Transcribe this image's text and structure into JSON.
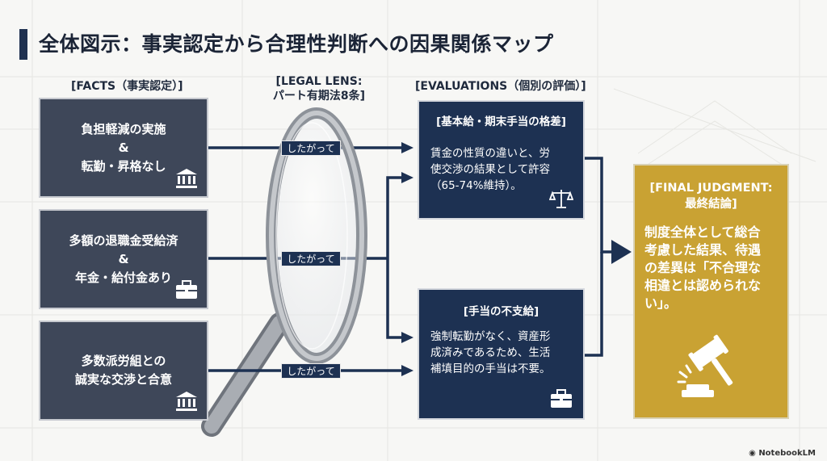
{
  "title": "全体図示：事実認定から合理性判断への因果関係マップ",
  "columns": {
    "facts": "[FACTS（事実認定）]",
    "lens_line1": "[LEGAL LENS:",
    "lens_line2": "パート有期法8条]",
    "evaluations": "[EVALUATIONS（個別の評価）]"
  },
  "facts": [
    {
      "lines": [
        "負担軽減の実施",
        "&",
        "転勤・昇格なし"
      ],
      "icon": "bank-icon"
    },
    {
      "lines": [
        "多額の退職金受給済",
        "&",
        "年金・給付金あり"
      ],
      "icon": "briefcase-icon"
    },
    {
      "lines": [
        "多数派労組との",
        "誠実な交渉と合意"
      ],
      "icon": "bank-icon"
    }
  ],
  "connectors": {
    "label1": "したがって",
    "label2": "したがって",
    "label3": "したがって"
  },
  "evaluations": [
    {
      "title": "[基本給・期末手当の格差]",
      "lines": [
        "賃金の性質の違いと、労",
        "使交渉の結果として許容",
        "（65-74%維持）。"
      ],
      "icon": "scales-icon"
    },
    {
      "title": "[手当の不支給]",
      "lines": [
        "強制転勤がなく、資産形",
        "成済みであるため、生活",
        "補填目的の手当は不要。"
      ],
      "icon": "briefcase-icon"
    }
  ],
  "final": {
    "title_line1": "[FINAL JUDGMENT:",
    "title_line2": "最終結論]",
    "lines": [
      "制度全体として総合",
      "考慮した結果、待遇",
      "の差異は「不合理な",
      "相違とは認められな",
      "い」。"
    ],
    "icon": "gavel-icon"
  },
  "watermark": "NotebookLM",
  "colors": {
    "navy": "#1d3152",
    "slate": "#3e4759",
    "gold": "#c9a233",
    "background": "#f7f7f5"
  }
}
